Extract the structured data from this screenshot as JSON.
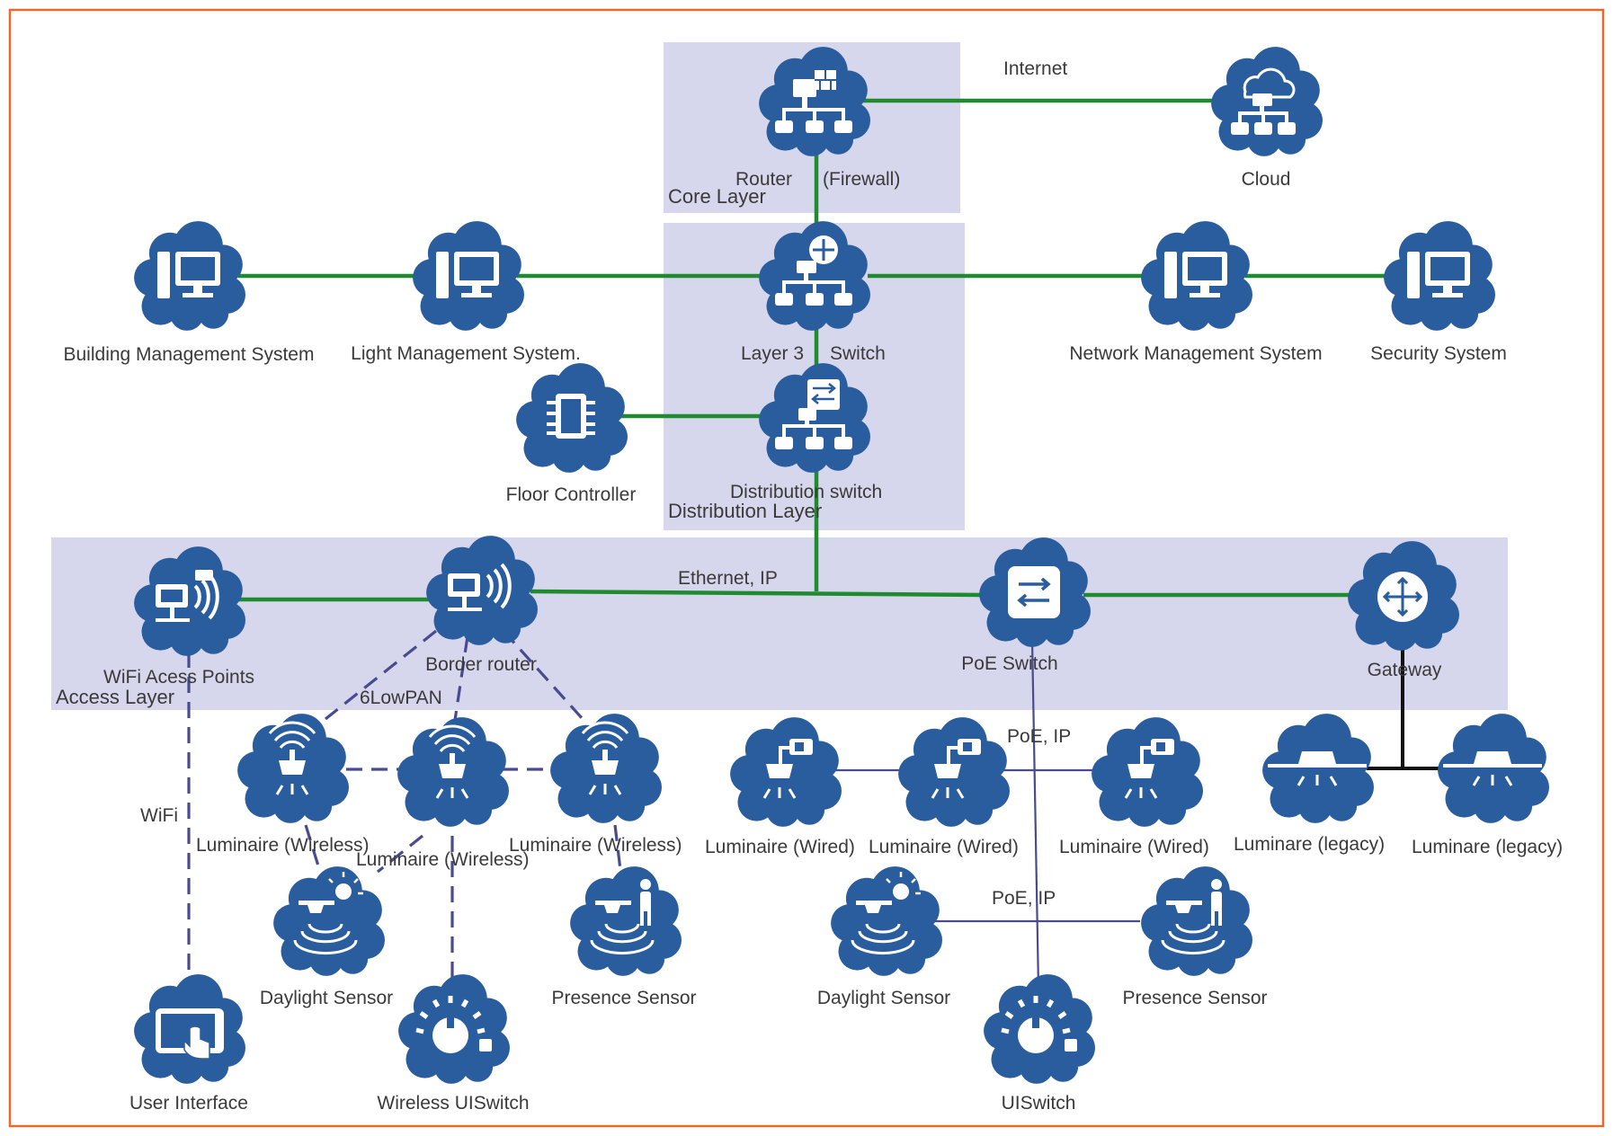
{
  "colors": {
    "frame": "#e8692a",
    "band": "#d6d7ec",
    "cloud": "#2a5d9e",
    "backbone": "#1f8a2f",
    "wireless_link": "#4a4a8e",
    "legacy_link": "#111111"
  },
  "layers": {
    "core": "Core Layer",
    "distribution": "Distribution Layer",
    "access": "Access Layer"
  },
  "links": {
    "internet": "Internet",
    "ethernet_ip": "Ethernet, IP",
    "sixlowpan": "6LowPAN",
    "wifi": "WiFi",
    "poe_ip_1": "PoE, IP",
    "poe_ip_2": "PoE, IP"
  },
  "nodes": {
    "router": {
      "label": "Router",
      "icon": "firewall-router-icon"
    },
    "router_firewall": {
      "label": "(Firewall)"
    },
    "cloud": {
      "label": "Cloud",
      "icon": "cloud-network-icon"
    },
    "bms": {
      "label": "Building Management System",
      "icon": "computer-icon"
    },
    "lms": {
      "label": "Light Management System.",
      "icon": "computer-icon"
    },
    "l3_switch": {
      "label": "Layer 3",
      "icon": "layer3-switch-icon"
    },
    "l3_switch_b": {
      "label": "Switch"
    },
    "nms": {
      "label": "Network Management System",
      "icon": "computer-icon"
    },
    "security": {
      "label": "Security System",
      "icon": "computer-icon"
    },
    "floor_controller": {
      "label": "Floor Controller",
      "icon": "chip-icon"
    },
    "dist_switch": {
      "label": "Distribution switch",
      "icon": "distribution-switch-icon"
    },
    "wifi_ap": {
      "label": "WiFi Acess Points",
      "icon": "wifi-access-point-icon"
    },
    "border_router": {
      "label": "Border router",
      "icon": "border-router-icon"
    },
    "poe_switch": {
      "label": "PoE Switch",
      "icon": "poe-switch-icon"
    },
    "gateway": {
      "label": "Gateway",
      "icon": "gateway-icon"
    },
    "lum_wl_1": {
      "label": "Luminaire (Wireless)",
      "icon": "wireless-luminaire-icon"
    },
    "lum_wl_2": {
      "label": "Luminaire (Wireless)",
      "icon": "wireless-luminaire-icon"
    },
    "lum_wl_3": {
      "label": "Luminaire (Wireless)",
      "icon": "wireless-luminaire-icon"
    },
    "lum_wd_1": {
      "label": "Luminaire (Wired)",
      "icon": "wired-luminaire-icon"
    },
    "lum_wd_2": {
      "label": "Luminaire (Wired)",
      "icon": "wired-luminaire-icon"
    },
    "lum_wd_3": {
      "label": "Luminaire (Wired)",
      "icon": "wired-luminaire-icon"
    },
    "lum_lg_1": {
      "label": "Luminare (legacy)",
      "icon": "legacy-luminaire-icon"
    },
    "lum_lg_2": {
      "label": "Luminare (legacy)",
      "icon": "legacy-luminaire-icon"
    },
    "daylight_1": {
      "label": "Daylight Sensor",
      "icon": "daylight-sensor-icon"
    },
    "presence_1": {
      "label": "Presence Sensor",
      "icon": "presence-sensor-icon"
    },
    "daylight_2": {
      "label": "Daylight Sensor",
      "icon": "daylight-sensor-icon"
    },
    "presence_2": {
      "label": "Presence Sensor",
      "icon": "presence-sensor-icon"
    },
    "user_interface": {
      "label": "User Interface",
      "icon": "touch-tablet-icon"
    },
    "wireless_uiswitch": {
      "label": "Wireless UISwitch",
      "icon": "dial-switch-icon"
    },
    "uiswitch": {
      "label": "UISwitch",
      "icon": "dial-switch-icon"
    }
  }
}
